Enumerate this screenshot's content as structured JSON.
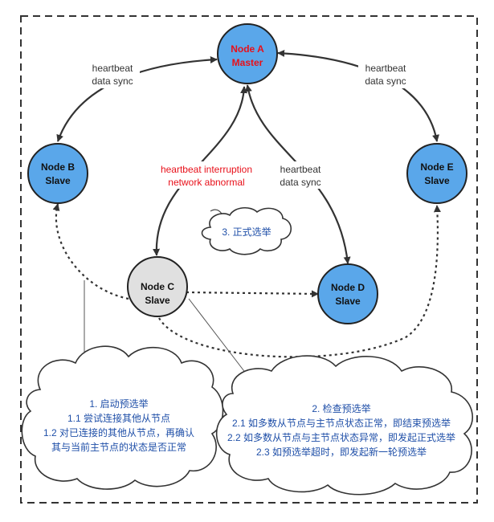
{
  "colors": {
    "master_fill": "#5aa7ea",
    "slave_fill": "#5aa7ea",
    "candidate_fill": "#e0e0e0",
    "master_text": "#e8101a",
    "alert_text": "#e8101a",
    "note_text": "#1f4fa8",
    "edge": "#333333"
  },
  "nodes": {
    "a": {
      "line1": "Node A",
      "line2": "Master"
    },
    "b": {
      "line1": "Node B",
      "line2": "Slave"
    },
    "c": {
      "line1": "Node C",
      "line2": "Slave"
    },
    "d": {
      "line1": "Node D",
      "line2": "Slave"
    },
    "e": {
      "line1": "Node E",
      "line2": "Slave"
    }
  },
  "edges": {
    "ab": {
      "line1": "heartbeat",
      "line2": "data sync"
    },
    "ae": {
      "line1": "heartbeat",
      "line2": "data sync"
    },
    "ad": {
      "line1": "heartbeat",
      "line2": "data sync"
    },
    "ac": {
      "line1": "heartbeat interruption",
      "line2": "network abnormal"
    }
  },
  "notes": {
    "formal_election": "3. 正式选举",
    "pre_vote": {
      "line1": "1. 启动预选举",
      "line2": "1.1 尝试连接其他从节点",
      "line3": "1.2 对已连接的其他从节点，再确认",
      "line4": "其与当前主节点的状态是否正常"
    },
    "check": {
      "line1": "2. 检查预选举",
      "line2": "2.1 如多数从节点与主节点状态正常，即结束预选举",
      "line3": "2.2 如多数从节点与主节点状态异常，即发起正式选举",
      "line4": "2.3 如预选举超时，即发起新一轮预选举"
    }
  }
}
